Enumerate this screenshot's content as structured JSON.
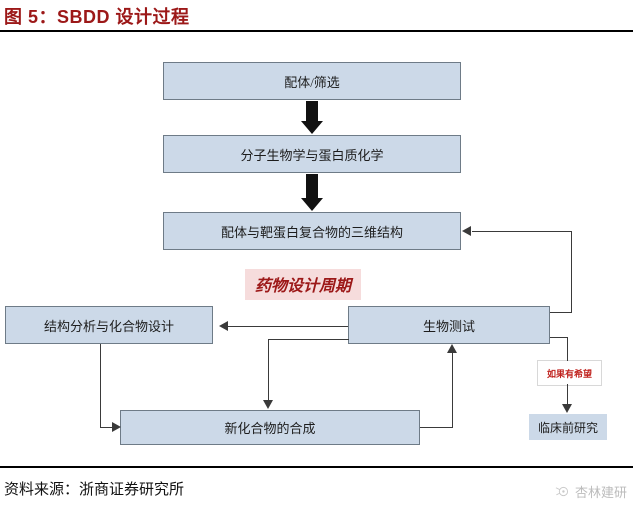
{
  "exhibit": {
    "title": "图 5：SBDD 设计过程"
  },
  "flowchart": {
    "nodes": [
      {
        "id": "ligand",
        "label": "配体/筛选"
      },
      {
        "id": "molbio",
        "label": "分子生物学与蛋白质化学"
      },
      {
        "id": "complex3d",
        "label": "配体与靶蛋白复合物的三维结构"
      },
      {
        "id": "structure",
        "label": "结构分析与化合物设计"
      },
      {
        "id": "bioassay",
        "label": "生物测试"
      },
      {
        "id": "synthesis",
        "label": "新化合物的合成"
      },
      {
        "id": "preclinical",
        "label": "临床前研究"
      }
    ],
    "cycle_label": "药物设计周期",
    "annotation": "如果有希望",
    "colors": {
      "node_fill": "#ccd9e8",
      "node_border": "#6e7b87",
      "accent_red": "#9c1818",
      "annotation_red": "#c0231f",
      "highlight_pink": "#f6dcdc",
      "connector": "#3a3a3a"
    }
  },
  "footer": {
    "source": "资料来源：浙商证券研究所",
    "watermark": "杏林建研"
  }
}
